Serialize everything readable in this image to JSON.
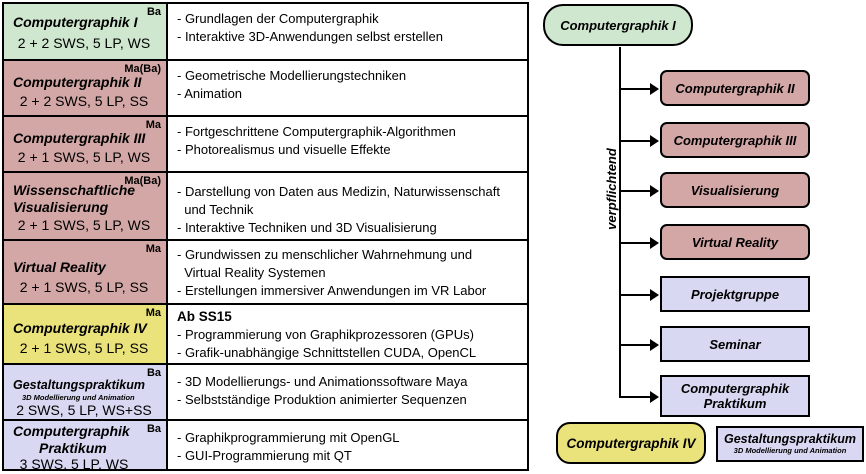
{
  "courses": [
    {
      "name": "Computergraphik I",
      "degree": "Ba",
      "sws": "2 + 2 SWS, 5 LP, WS",
      "lines": [
        "- Grundlagen der Computergraphik",
        "- Interaktive 3D-Anwendungen selbst erstellen"
      ]
    },
    {
      "name": "Computergraphik II",
      "degree": "Ma(Ba)",
      "sws": "2 + 2 SWS, 5 LP, SS",
      "lines": [
        "- Geometrische Modellierungstechniken",
        "- Animation"
      ]
    },
    {
      "name": "Computergraphik III",
      "degree": "Ma",
      "sws": "2 + 1 SWS, 5 LP, WS",
      "lines": [
        "- Fortgeschrittene Computergraphik-Algorithmen",
        "- Photorealismus und visuelle Effekte"
      ]
    },
    {
      "name_line1": "Wissenschaftliche",
      "name_line2": "Visualisierung",
      "degree": "Ma(Ba)",
      "sws": "2 + 1 SWS, 5 LP, WS",
      "lines": [
        "- Darstellung von Daten aus Medizin, Naturwissenschaft",
        "  und Technik",
        "- Interaktive Techniken und 3D Visualisierung"
      ]
    },
    {
      "name": "Virtual Reality",
      "degree": "Ma",
      "sws": "2 + 1 SWS, 5 LP, SS",
      "lines": [
        "- Grundwissen zu menschlicher Wahrnehmung und",
        "  Virtual Reality Systemen",
        "- Erstellungen immersiver Anwendungen im VR Labor"
      ]
    },
    {
      "name": "Computergraphik IV",
      "degree": "Ma",
      "sws": "2 + 1 SWS, 5 LP, SS",
      "highlight": "Ab SS15",
      "lines": [
        "- Programmierung von Graphikprozessoren (GPUs)",
        "- Grafik-unabhängige Schnittstellen CUDA, OpenCL"
      ]
    },
    {
      "name": "Gestaltungspraktikum",
      "subtitle": "3D Modellierung und Animation",
      "degree": "Ba",
      "sws": "2 SWS, 5 LP, WS+SS",
      "lines": [
        "- 3D Modellierungs- und Animationssoftware Maya",
        "- Selbstständige Produktion animierter Sequenzen"
      ]
    },
    {
      "name_line1": "Computergraphik",
      "name_line2": "Praktikum",
      "degree": "Ba",
      "sws": "3 SWS, 5 LP, WS",
      "lines": [
        "- Graphikprogrammierung mit OpenGL",
        "- GUI-Programmierung mit QT"
      ]
    }
  ],
  "diagram": {
    "root": "Computergraphik I",
    "branch_label": "verpflichtend",
    "children": [
      "Computergraphik II",
      "Computergraphik III",
      "Visualisierung",
      "Virtual Reality",
      "Projektgruppe",
      "Seminar",
      "Computergraphik Praktikum"
    ],
    "standalone": [
      "Computergraphik IV",
      "Gestaltungspraktikum"
    ],
    "standalone_subtitle": "3D Modellierung und Animation"
  },
  "colors": {
    "green": "#cfe6cf",
    "red": "#d4a7a7",
    "yellow": "#eae27a",
    "lavender": "#d8d8f2"
  }
}
